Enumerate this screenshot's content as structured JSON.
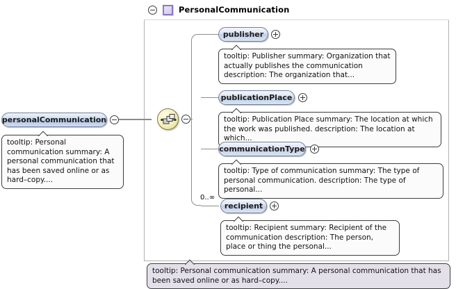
{
  "diagram": {
    "type": "xml-schema-element-tree",
    "root_element": {
      "name": "personalCommunication",
      "toggle": "collapse-minus",
      "tooltip": "tooltip: Personal communication summary: A personal communication that has been saved online or as hard–copy...."
    },
    "complex_type": {
      "name": "PersonalCommunication",
      "toggle": "collapse-minus",
      "icon": "complextype-square-icon",
      "tooltip": "tooltip: Personal communication summary: A personal communication that has been saved online or as hard–copy...."
    },
    "compositor": {
      "kind": "sequence",
      "icon": "sequence-icon",
      "toggle": "collapse-minus"
    },
    "children": [
      {
        "name": "publisher",
        "toggle": "expand-plus",
        "cardinality": "",
        "tooltip": "tooltip: Publisher summary: Organization that actually publishes the communication description: The organization that..."
      },
      {
        "name": "publicationPlace",
        "toggle": "expand-plus",
        "cardinality": "",
        "tooltip": "tooltip: Publication Place summary: The location at which the work was published. description: The location at which..."
      },
      {
        "name": "communicationType",
        "toggle": "expand-plus",
        "cardinality": "",
        "tooltip": "tooltip: Type of communication summary: The type of personal communication. description: The type of personal..."
      },
      {
        "name": "recipient",
        "toggle": "expand-plus",
        "cardinality": "0..∞",
        "tooltip": "tooltip: Recipient summary: Recipient of the communication description: The person, place or thing the personal..."
      }
    ],
    "colors": {
      "element_border": "#73809c",
      "element_fill": "#c2d0e8",
      "complextype_accent": "#8d78c4",
      "sequence_fill": "#f4efb8",
      "connector": "#8d8d8d",
      "tooltip_tint": "#e4e0ea"
    }
  }
}
